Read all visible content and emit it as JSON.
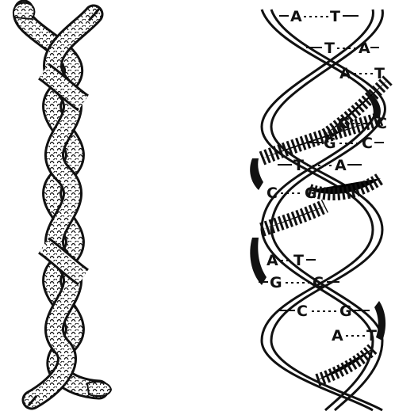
{
  "figure": {
    "left_panel": {
      "subject": "two intertwined snakes forming a double helix",
      "ink_color": "#111111",
      "fill_color": "#ffffff"
    },
    "right_panel": {
      "subject": "DNA double helix with base pairs",
      "ink_color": "#111111",
      "base_pairs": [
        {
          "left": "A",
          "right": "T"
        },
        {
          "left": "T",
          "right": "A"
        },
        {
          "left": "A",
          "right": "T"
        },
        {
          "left": "G",
          "right": "C"
        },
        {
          "left": "G",
          "right": "C"
        },
        {
          "left": "T",
          "right": "A"
        },
        {
          "left": "C",
          "right": "G"
        },
        {
          "left": "A",
          "right": "T"
        },
        {
          "left": "G",
          "right": "C"
        },
        {
          "left": "C",
          "right": "G"
        },
        {
          "left": "A",
          "right": "T"
        }
      ]
    }
  }
}
